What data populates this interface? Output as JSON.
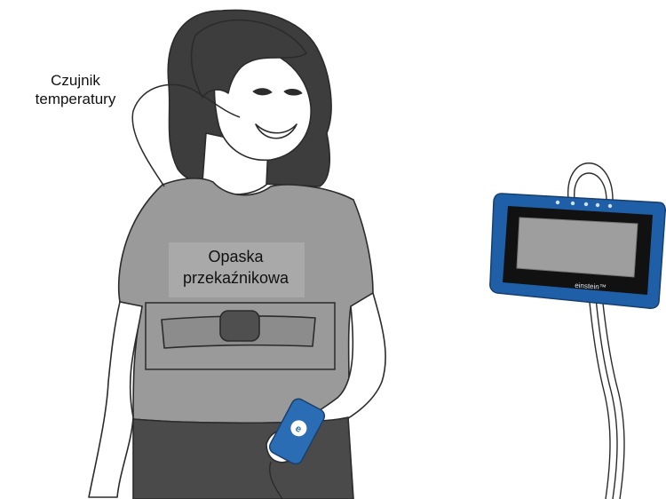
{
  "labels": {
    "temperature_sensor": "Czujnik temperatury",
    "relay_belt": "Opaska przekaźnikowa"
  },
  "device": {
    "brand": "einstein™",
    "icon_strip": [
      "sensor-port-icon",
      "drop-icon",
      "heart-icon",
      "temperature-icon",
      "clock-icon"
    ]
  },
  "colors": {
    "skin": "#ffffff",
    "hair": "#3d3d3d",
    "shirt": "#9a9a9a",
    "pants": "#4a4a4a",
    "belt": "#8c8c8c",
    "belt_pod": "#4f4f4f",
    "device_frame": "#1f5fa8",
    "device_screen": "#9e9e9e",
    "handheld": "#2a6db5"
  }
}
